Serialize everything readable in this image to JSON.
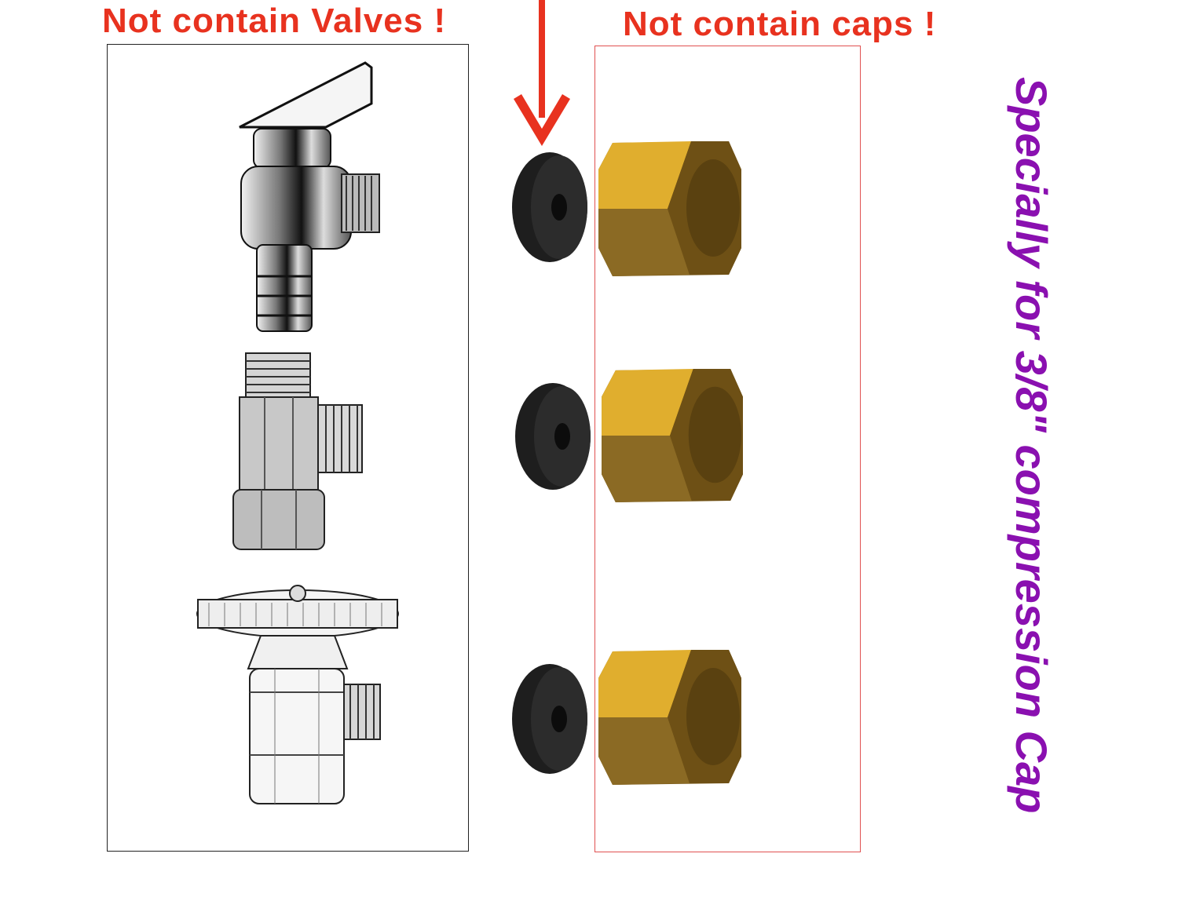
{
  "labels": {
    "no_valves": "Not contain Valves !",
    "no_caps": "Not contain caps !",
    "side_title": "Specially for 3/8\" compression Cap"
  },
  "colors": {
    "warning_red": "#e8321f",
    "title_purple": "#8a10b0",
    "brass_light": "#e0ae2e",
    "brass_dark": "#7a5a1a",
    "washer_black": "#1e1e1e"
  },
  "icons": [
    "down-arrow-icon",
    "quarter-turn-valve-icon",
    "tee-adapter-icon",
    "oval-handle-valve-icon",
    "rubber-washer-icon",
    "brass-compression-cap-icon"
  ]
}
